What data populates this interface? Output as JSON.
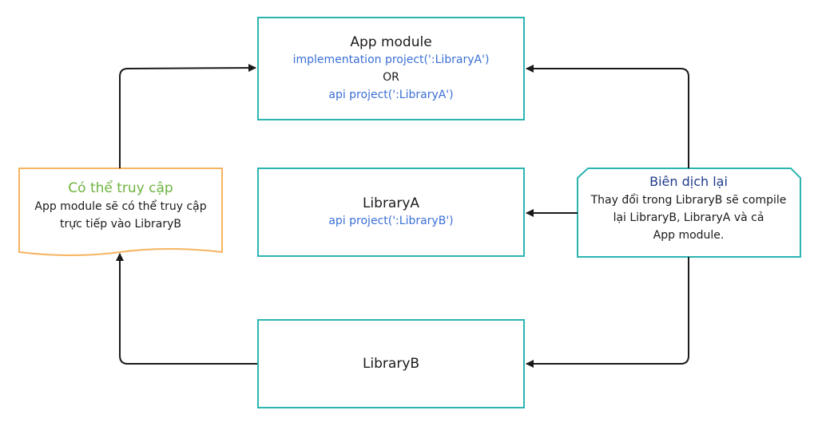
{
  "app_module": {
    "title": "App module",
    "line1": "implementation project(':LibraryA')",
    "line2": "OR",
    "line3": "api project(':LibraryA')"
  },
  "library_a": {
    "title": "LibraryA",
    "line1": "api project(':LibraryB')"
  },
  "library_b": {
    "title": "LibraryB"
  },
  "access_note": {
    "title": "Có thể truy cập",
    "line1": "App module sẽ có thể truy cập",
    "line2": "trực tiếp vào LibraryB"
  },
  "compile_note": {
    "title": "Biên dịch lại",
    "line1": "Thay đổi trong LibraryB sẽ compile",
    "line2": "lại LibraryB, LibraryA và cả",
    "line3": "App module."
  },
  "colors": {
    "box_border": "#2bb5b0",
    "code_text": "#3a6fd6",
    "access_border": "#f5b460",
    "access_title": "#6db33f",
    "compile_title": "#1f3a8a",
    "arrow": "#1a1a1a"
  }
}
